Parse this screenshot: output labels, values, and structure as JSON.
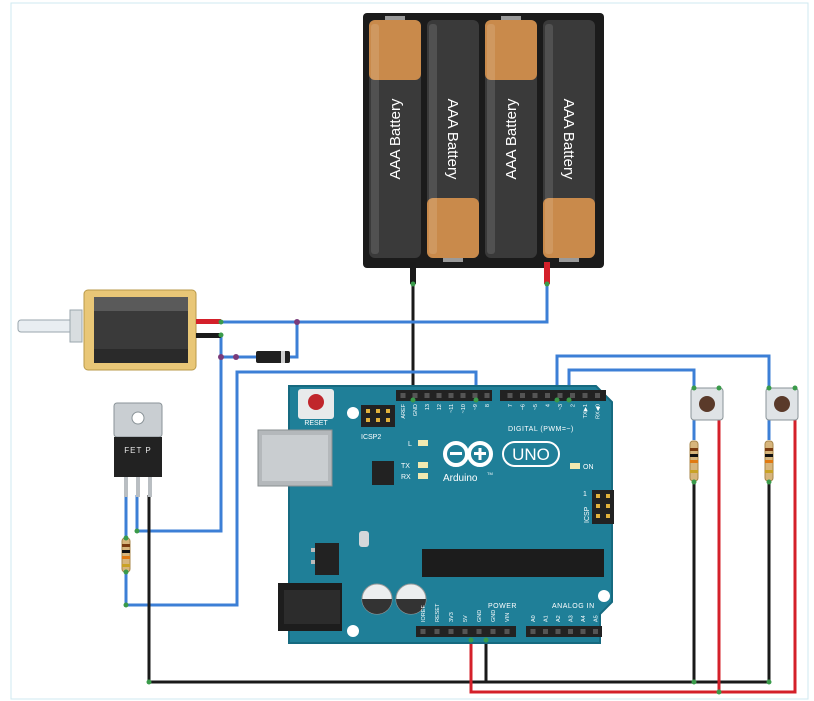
{
  "colors": {
    "wire_blue": "#3c7fd6",
    "wire_red": "#d4202a",
    "wire_black": "#1a1a1a",
    "board": "#1f7f98",
    "board_edge": "#166a80",
    "battery_holder": "#1b1b1b",
    "battery_copper": "#c98a4b",
    "battery_body": "#3a3a3a",
    "solenoid_frame": "#e9c777",
    "led_yellow": "#f1e9b0"
  },
  "battery_pack": {
    "cells": [
      {
        "label": "AAA Battery",
        "orientation": "up"
      },
      {
        "label": "AAA Battery",
        "orientation": "down"
      },
      {
        "label": "AAA Battery",
        "orientation": "up"
      },
      {
        "label": "AAA Battery",
        "orientation": "down"
      }
    ]
  },
  "mosfet": {
    "label": "FET P"
  },
  "arduino": {
    "brand": "Arduino",
    "model": "UNO",
    "tm": "TM",
    "reset_label": "RESET",
    "icsp2_label": "ICSP2",
    "icsp_label": "ICSP",
    "icsp_one": "1",
    "digital_label": "DIGITAL (PWM=~)",
    "analog_label": "ANALOG IN",
    "power_label": "POWER",
    "on_label": "ON",
    "led_l": "L",
    "led_tx": "TX",
    "led_rx": "RX",
    "digital_pins_left": [
      "AREF",
      "GND",
      "13",
      "12",
      "~11",
      "~10",
      "~9",
      "8"
    ],
    "digital_pins_right": [
      "7",
      "~6",
      "~5",
      "4",
      "~3",
      "2",
      "TX▶1",
      "RX◀0"
    ],
    "power_pins": [
      "IOREF",
      "RESET",
      "3V3",
      "5V",
      "GND",
      "GND",
      "VIN"
    ],
    "analog_pins": [
      "A0",
      "A1",
      "A2",
      "A3",
      "A4",
      "A5"
    ]
  }
}
